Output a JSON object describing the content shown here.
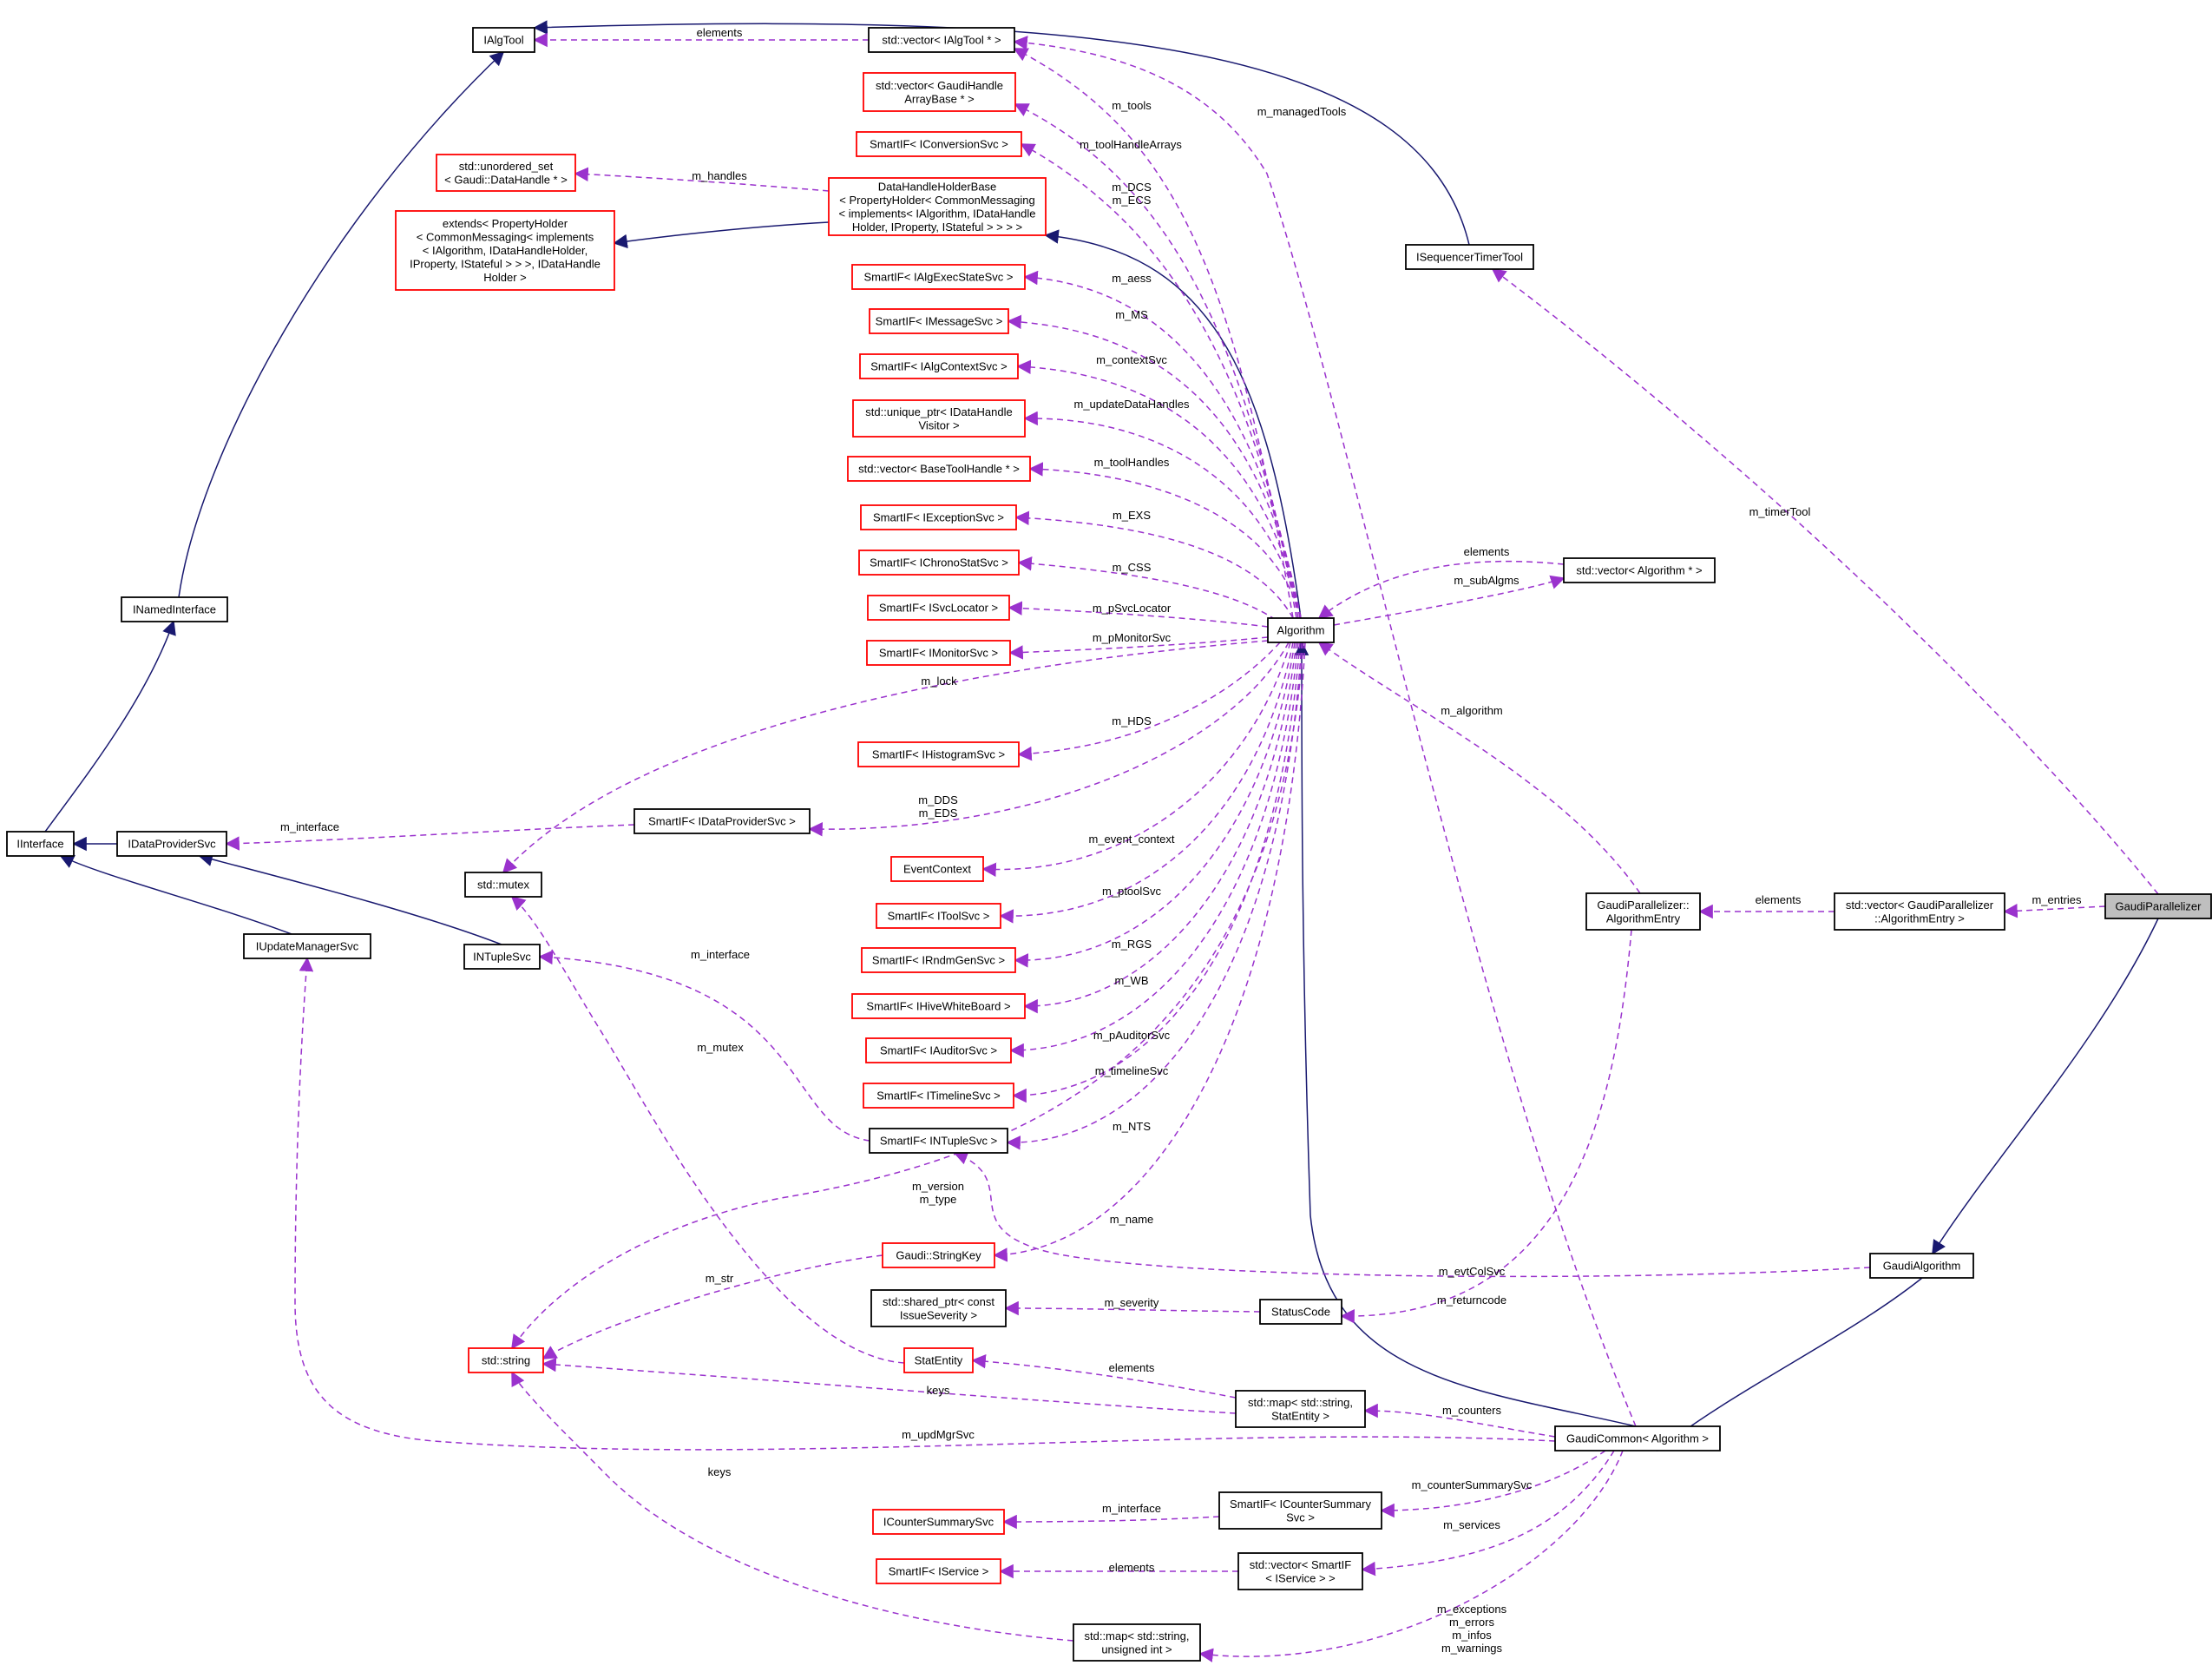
{
  "colors": {
    "inheritance": "#191970",
    "usage": "#9a32cd",
    "node_border": "#000000",
    "incomplete_border": "#ff0000",
    "highlight_fill": "#bfbfbf"
  },
  "nodes": [
    {
      "id": "ialgtool",
      "lines": [
        "IAlgTool"
      ],
      "status": "normal"
    },
    {
      "id": "vec_ialgtool",
      "lines": [
        "std::vector< IAlgTool * >"
      ],
      "status": "normal"
    },
    {
      "id": "vec_gaudihandle",
      "lines": [
        "std::vector< GaudiHandle",
        "ArrayBase * >"
      ],
      "status": "incomplete"
    },
    {
      "id": "sif_iconversion",
      "lines": [
        "SmartIF< IConversionSvc >"
      ],
      "status": "incomplete"
    },
    {
      "id": "unordered_set",
      "lines": [
        "std::unordered_set",
        "< Gaudi::DataHandle * >"
      ],
      "status": "incomplete"
    },
    {
      "id": "dhhb",
      "lines": [
        "DataHandleHolderBase",
        "< PropertyHolder< CommonMessaging",
        "< implements< IAlgorithm, IDataHandle",
        "Holder, IProperty, IStateful > > > >"
      ],
      "status": "incomplete"
    },
    {
      "id": "extends",
      "lines": [
        "extends< PropertyHolder",
        "< CommonMessaging< implements",
        "< IAlgorithm, IDataHandleHolder,",
        "IProperty, IStateful > > >, IDataHandle",
        "Holder >"
      ],
      "status": "incomplete"
    },
    {
      "id": "isequencertimertool",
      "lines": [
        "ISequencerTimerTool"
      ],
      "status": "normal"
    },
    {
      "id": "sif_ialgexecstate",
      "lines": [
        "SmartIF< IAlgExecStateSvc >"
      ],
      "status": "incomplete"
    },
    {
      "id": "sif_imessage",
      "lines": [
        "SmartIF< IMessageSvc >"
      ],
      "status": "incomplete"
    },
    {
      "id": "sif_ialgcontext",
      "lines": [
        "SmartIF< IAlgContextSvc >"
      ],
      "status": "incomplete"
    },
    {
      "id": "unique_ptr",
      "lines": [
        "std::unique_ptr< IDataHandle",
        "Visitor >"
      ],
      "status": "incomplete"
    },
    {
      "id": "vec_basetoolhandle",
      "lines": [
        "std::vector< BaseToolHandle * >"
      ],
      "status": "incomplete"
    },
    {
      "id": "sif_iexception",
      "lines": [
        "SmartIF< IExceptionSvc >"
      ],
      "status": "incomplete"
    },
    {
      "id": "sif_ichronostat",
      "lines": [
        "SmartIF< IChronoStatSvc >"
      ],
      "status": "incomplete"
    },
    {
      "id": "sif_isvclocator",
      "lines": [
        "SmartIF< ISvcLocator >"
      ],
      "status": "incomplete"
    },
    {
      "id": "sif_imonitor",
      "lines": [
        "SmartIF< IMonitorSvc >"
      ],
      "status": "incomplete"
    },
    {
      "id": "inamedinterface",
      "lines": [
        "INamedInterface"
      ],
      "status": "normal"
    },
    {
      "id": "algorithm",
      "lines": [
        "Algorithm"
      ],
      "status": "normal"
    },
    {
      "id": "vec_algorithm",
      "lines": [
        "std::vector< Algorithm * >"
      ],
      "status": "normal"
    },
    {
      "id": "sif_ihistogram",
      "lines": [
        "SmartIF< IHistogramSvc >"
      ],
      "status": "incomplete"
    },
    {
      "id": "iinterface",
      "lines": [
        "IInterface"
      ],
      "status": "normal"
    },
    {
      "id": "idataprovidersvc",
      "lines": [
        "IDataProviderSvc"
      ],
      "status": "normal"
    },
    {
      "id": "sif_idataprovider",
      "lines": [
        "SmartIF< IDataProviderSvc >"
      ],
      "status": "normal"
    },
    {
      "id": "stdmutex",
      "lines": [
        "std::mutex"
      ],
      "status": "normal"
    },
    {
      "id": "eventcontext",
      "lines": [
        "EventContext"
      ],
      "status": "incomplete"
    },
    {
      "id": "gp_algentry",
      "lines": [
        "GaudiParallelizer::",
        "AlgorithmEntry"
      ],
      "status": "normal"
    },
    {
      "id": "vec_gp_algentry",
      "lines": [
        "std::vector< GaudiParallelizer",
        "::AlgorithmEntry >"
      ],
      "status": "normal"
    },
    {
      "id": "gaudiparallelizer",
      "lines": [
        "GaudiParallelizer"
      ],
      "status": "highlight"
    },
    {
      "id": "sif_itool",
      "lines": [
        "SmartIF< IToolSvc >"
      ],
      "status": "incomplete"
    },
    {
      "id": "iupdatemanagersvc",
      "lines": [
        "IUpdateManagerSvc"
      ],
      "status": "normal"
    },
    {
      "id": "intuplesvc",
      "lines": [
        "INTupleSvc"
      ],
      "status": "normal"
    },
    {
      "id": "sif_irndmgen",
      "lines": [
        "SmartIF< IRndmGenSvc >"
      ],
      "status": "incomplete"
    },
    {
      "id": "sif_ihivewhiteboard",
      "lines": [
        "SmartIF< IHiveWhiteBoard >"
      ],
      "status": "incomplete"
    },
    {
      "id": "sif_iauditor",
      "lines": [
        "SmartIF< IAuditorSvc >"
      ],
      "status": "incomplete"
    },
    {
      "id": "sif_itimeline",
      "lines": [
        "SmartIF< ITimelineSvc >"
      ],
      "status": "incomplete"
    },
    {
      "id": "sif_intuple",
      "lines": [
        "SmartIF< INTupleSvc >"
      ],
      "status": "normal"
    },
    {
      "id": "gaudistringkey",
      "lines": [
        "Gaudi::StringKey"
      ],
      "status": "incomplete"
    },
    {
      "id": "gaudialgorithm",
      "lines": [
        "GaudiAlgorithm"
      ],
      "status": "normal"
    },
    {
      "id": "shared_ptr",
      "lines": [
        "std::shared_ptr< const",
        "IssueSeverity >"
      ],
      "status": "normal"
    },
    {
      "id": "statuscode",
      "lines": [
        "StatusCode"
      ],
      "status": "normal"
    },
    {
      "id": "stdstring",
      "lines": [
        "std::string"
      ],
      "status": "incomplete"
    },
    {
      "id": "statentity",
      "lines": [
        "StatEntity"
      ],
      "status": "incomplete"
    },
    {
      "id": "map_statentity",
      "lines": [
        "std::map< std::string,",
        "StatEntity >"
      ],
      "status": "normal"
    },
    {
      "id": "gaudicommon",
      "lines": [
        "GaudiCommon< Algorithm >"
      ],
      "status": "normal"
    },
    {
      "id": "icountersummarysvc",
      "lines": [
        "ICounterSummarySvc"
      ],
      "status": "incomplete"
    },
    {
      "id": "sif_icountersummary",
      "lines": [
        "SmartIF< ICounterSummary",
        "Svc >"
      ],
      "status": "normal"
    },
    {
      "id": "sif_iservice",
      "lines": [
        "SmartIF< IService >"
      ],
      "status": "incomplete"
    },
    {
      "id": "vec_sif_iservice",
      "lines": [
        "std::vector< SmartIF",
        "< IService > >"
      ],
      "status": "normal"
    },
    {
      "id": "map_uint",
      "lines": [
        "std::map< std::string,",
        "unsigned int >"
      ],
      "status": "normal"
    }
  ],
  "edge_labels": [
    {
      "id": "e_elements_tools",
      "lines": [
        "elements"
      ]
    },
    {
      "id": "e_m_tools",
      "lines": [
        "m_tools"
      ]
    },
    {
      "id": "e_m_managedtools",
      "lines": [
        "m_managedTools"
      ]
    },
    {
      "id": "e_m_toolhandlearrays",
      "lines": [
        "m_toolHandleArrays"
      ]
    },
    {
      "id": "e_m_handles",
      "lines": [
        "m_handles"
      ]
    },
    {
      "id": "e_m_dcs",
      "lines": [
        "m_DCS",
        "m_ECS"
      ]
    },
    {
      "id": "e_m_aess",
      "lines": [
        "m_aess"
      ]
    },
    {
      "id": "e_m_ms",
      "lines": [
        "m_MS"
      ]
    },
    {
      "id": "e_m_contextsvc",
      "lines": [
        "m_contextSvc"
      ]
    },
    {
      "id": "e_m_updatedatahandles",
      "lines": [
        "m_updateDataHandles"
      ]
    },
    {
      "id": "e_m_toolhandles",
      "lines": [
        "m_toolHandles"
      ]
    },
    {
      "id": "e_m_timertool",
      "lines": [
        "m_timerTool"
      ]
    },
    {
      "id": "e_m_exs",
      "lines": [
        "m_EXS"
      ]
    },
    {
      "id": "e_elements_algs",
      "lines": [
        "elements"
      ]
    },
    {
      "id": "e_m_subalgms",
      "lines": [
        "m_subAlgms"
      ]
    },
    {
      "id": "e_m_css",
      "lines": [
        "m_CSS"
      ]
    },
    {
      "id": "e_m_psvclocator",
      "lines": [
        "m_pSvcLocator"
      ]
    },
    {
      "id": "e_m_pmonitorsvc",
      "lines": [
        "m_pMonitorSvc"
      ]
    },
    {
      "id": "e_m_lock",
      "lines": [
        "m_lock"
      ]
    },
    {
      "id": "e_m_algorithm",
      "lines": [
        "m_algorithm"
      ]
    },
    {
      "id": "e_m_hds",
      "lines": [
        "m_HDS"
      ]
    },
    {
      "id": "e_m_dds",
      "lines": [
        "m_DDS",
        "m_EDS"
      ]
    },
    {
      "id": "e_m_interface_dp",
      "lines": [
        "m_interface"
      ]
    },
    {
      "id": "e_m_event_context",
      "lines": [
        "m_event_context"
      ]
    },
    {
      "id": "e_elements_entries",
      "lines": [
        "elements"
      ]
    },
    {
      "id": "e_m_entries",
      "lines": [
        "m_entries"
      ]
    },
    {
      "id": "e_m_ptoolsvc",
      "lines": [
        "m_ptoolSvc"
      ]
    },
    {
      "id": "e_m_rgs",
      "lines": [
        "m_RGS"
      ]
    },
    {
      "id": "e_m_interface_nt",
      "lines": [
        "m_interface"
      ]
    },
    {
      "id": "e_m_wb",
      "lines": [
        "m_WB"
      ]
    },
    {
      "id": "e_m_mutex",
      "lines": [
        "m_mutex"
      ]
    },
    {
      "id": "e_m_pauditorsvc",
      "lines": [
        "m_pAuditorSvc"
      ]
    },
    {
      "id": "e_m_timelinesvc",
      "lines": [
        "m_timelineSvc"
      ]
    },
    {
      "id": "e_m_nts",
      "lines": [
        "m_NTS"
      ]
    },
    {
      "id": "e_m_version",
      "lines": [
        "m_version",
        "m_type"
      ]
    },
    {
      "id": "e_m_name",
      "lines": [
        "m_name"
      ]
    },
    {
      "id": "e_m_evtcolsvc",
      "lines": [
        "m_evtColSvc"
      ]
    },
    {
      "id": "e_m_str",
      "lines": [
        "m_str"
      ]
    },
    {
      "id": "e_m_severity",
      "lines": [
        "m_severity"
      ]
    },
    {
      "id": "e_m_returncode",
      "lines": [
        "m_returncode"
      ]
    },
    {
      "id": "e_elements_stat",
      "lines": [
        "elements"
      ]
    },
    {
      "id": "e_keys_stat",
      "lines": [
        "keys"
      ]
    },
    {
      "id": "e_m_counters",
      "lines": [
        "m_counters"
      ]
    },
    {
      "id": "e_m_updmgrsvc",
      "lines": [
        "m_updMgrSvc"
      ]
    },
    {
      "id": "e_keys_uint",
      "lines": [
        "keys"
      ]
    },
    {
      "id": "e_m_countersummarysvc",
      "lines": [
        "m_counterSummarySvc"
      ]
    },
    {
      "id": "e_m_interface_cs",
      "lines": [
        "m_interface"
      ]
    },
    {
      "id": "e_m_services",
      "lines": [
        "m_services"
      ]
    },
    {
      "id": "e_elements_service",
      "lines": [
        "elements"
      ]
    },
    {
      "id": "e_m_exceptions",
      "lines": [
        "m_exceptions",
        "m_errors",
        "m_infos",
        "m_warnings"
      ]
    }
  ]
}
